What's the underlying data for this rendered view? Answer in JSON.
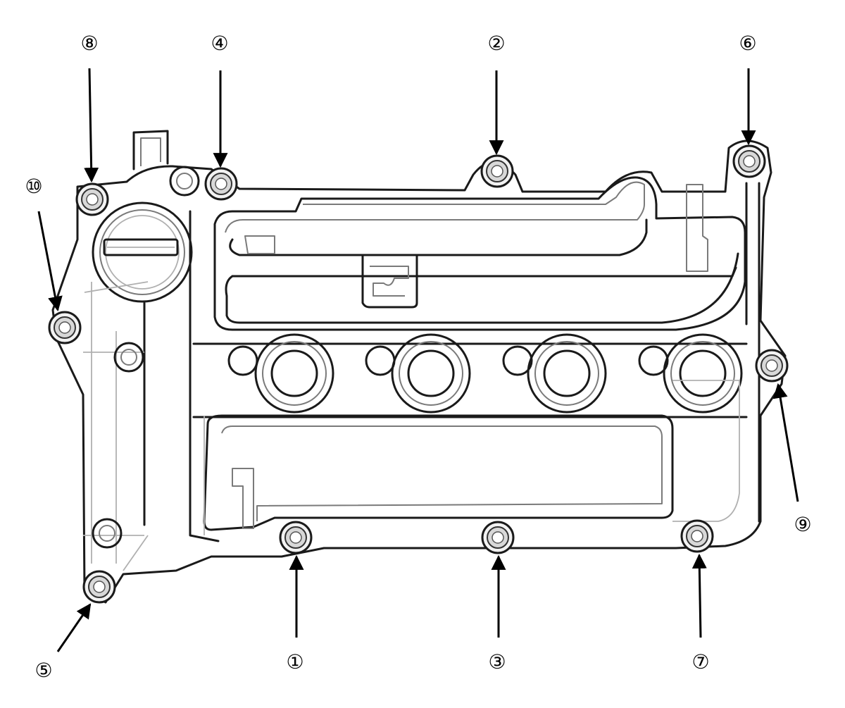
{
  "diagram": {
    "bolt_labels": [
      {
        "id": "1",
        "text": "①"
      },
      {
        "id": "2",
        "text": "②"
      },
      {
        "id": "3",
        "text": "③"
      },
      {
        "id": "4",
        "text": "④"
      },
      {
        "id": "5",
        "text": "⑤"
      },
      {
        "id": "6",
        "text": "⑥"
      },
      {
        "id": "7",
        "text": "⑦"
      },
      {
        "id": "8",
        "text": "⑧"
      },
      {
        "id": "9",
        "text": "⑨"
      },
      {
        "id": "10",
        "text": "⑩"
      }
    ]
  }
}
